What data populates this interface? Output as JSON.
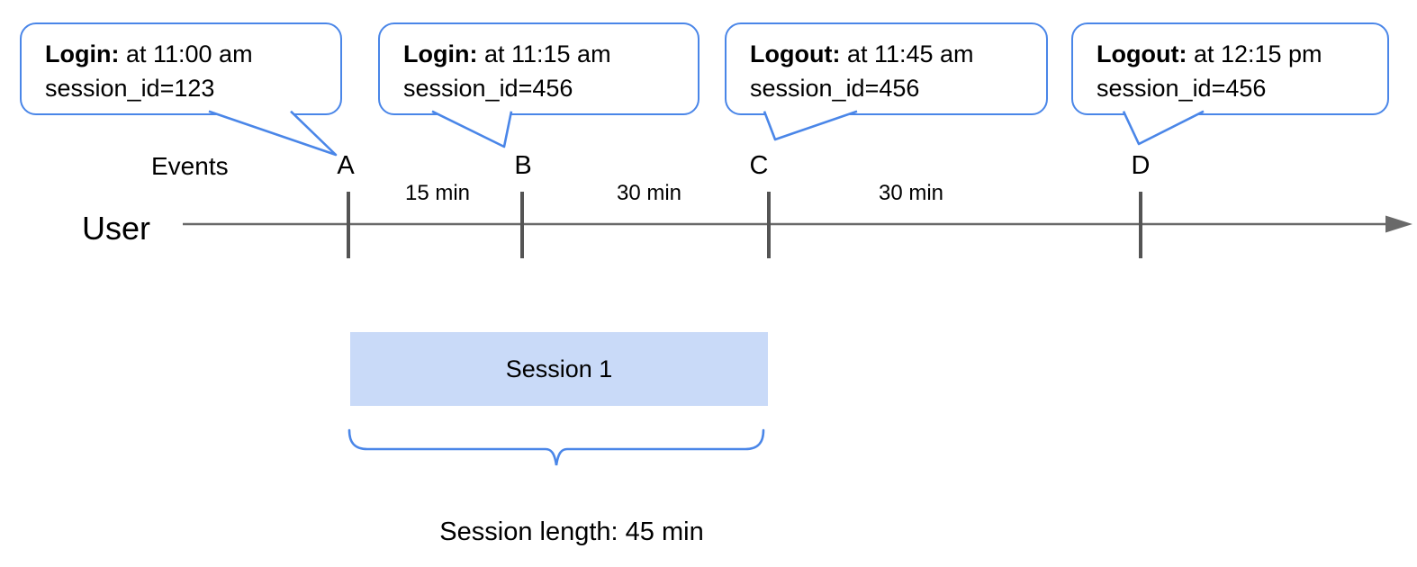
{
  "diagram": {
    "title_hint": "User session timeline diagram",
    "colors": {
      "accent_blue": "#4a86e8",
      "session_fill": "#c9daf8",
      "axis_gray": "#696969",
      "tick_gray": "#545454",
      "text_black": "#000000"
    }
  },
  "bubbles": [
    {
      "bold": "Login:",
      "rest": " at 11:00 am",
      "line2": "session_id=123",
      "points_to": "A"
    },
    {
      "bold": "Login:",
      "rest": " at 11:15 am",
      "line2": "session_id=456",
      "points_to": "B"
    },
    {
      "bold": "Logout:",
      "rest": " at 11:45 am",
      "line2": "session_id=456",
      "points_to": "C"
    },
    {
      "bold": "Logout:",
      "rest": " at 12:15 pm",
      "line2": "session_id=456",
      "points_to": "D"
    }
  ],
  "timeline": {
    "axis_label": "User",
    "events_label": "Events",
    "event_markers": [
      "A",
      "B",
      "C",
      "D"
    ],
    "intervals": [
      "15 min",
      "30 min",
      "30 min"
    ]
  },
  "session": {
    "label": "Session 1",
    "length_label": "Session length: 45 min"
  }
}
